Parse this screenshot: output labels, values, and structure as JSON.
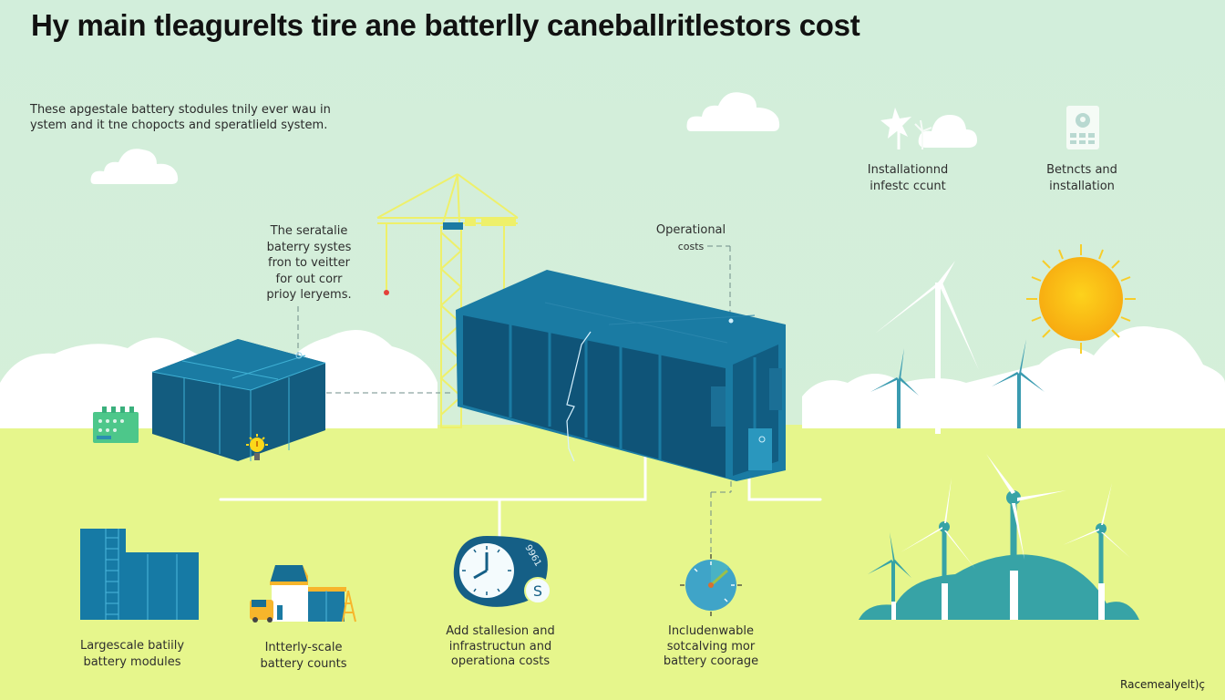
{
  "title": "Hy main tleagurelts tire ane batterlly caneballritlestors cost",
  "intro": {
    "line1": "These apgestale battery stodules tnily ever wau in",
    "line2": "ystem and it tne chopocts and speratlield system."
  },
  "top_right": {
    "left_label": {
      "line1": "Installationnd",
      "line2": "infestc ccunt",
      "icon": "star-cloud-wind-icon"
    },
    "right_label": {
      "line1": "Betncts and",
      "line2": "installation",
      "icon": "clipboard-location-icon"
    }
  },
  "callouts": {
    "serviceable": {
      "lines": [
        "The seratalie",
        "baterry systes",
        "fron to veitter",
        "for out corr",
        "prioy leryems."
      ]
    },
    "operational": {
      "line1": "Operational",
      "line2": "costs"
    }
  },
  "bottom_items": [
    {
      "id": "modules",
      "line1": "Largescale batiily",
      "line2": "battery modules",
      "icon": "battery-rack-icon"
    },
    {
      "id": "counts",
      "line1": "Intterly-scale",
      "line2": "battery counts",
      "icon": "construction-site-icon"
    },
    {
      "id": "costs",
      "line1": "Add stallesion and",
      "line2": "infrastructun and",
      "line3": "operationa costs",
      "icon": "clock-cost-icon",
      "clock_badge": "S",
      "clock_digits": "9961"
    },
    {
      "id": "coverage",
      "line1": "Includenwable",
      "line2": "sotcalving mor",
      "line3": "battery coorage",
      "icon": "compass-gauge-icon"
    }
  ],
  "brand": "Racemealyelt)ç",
  "colors": {
    "sky": "#d3eedc",
    "ground": "#e6f68c",
    "container_dark": "#155d80",
    "container_light": "#1b7aa3",
    "crane": "#eef06a",
    "sun": "#fbbf1a",
    "turbine": "#3a9bb0",
    "hill": "#37a3a6",
    "cloud": "#ffffff",
    "text": "#2e2e2e"
  }
}
